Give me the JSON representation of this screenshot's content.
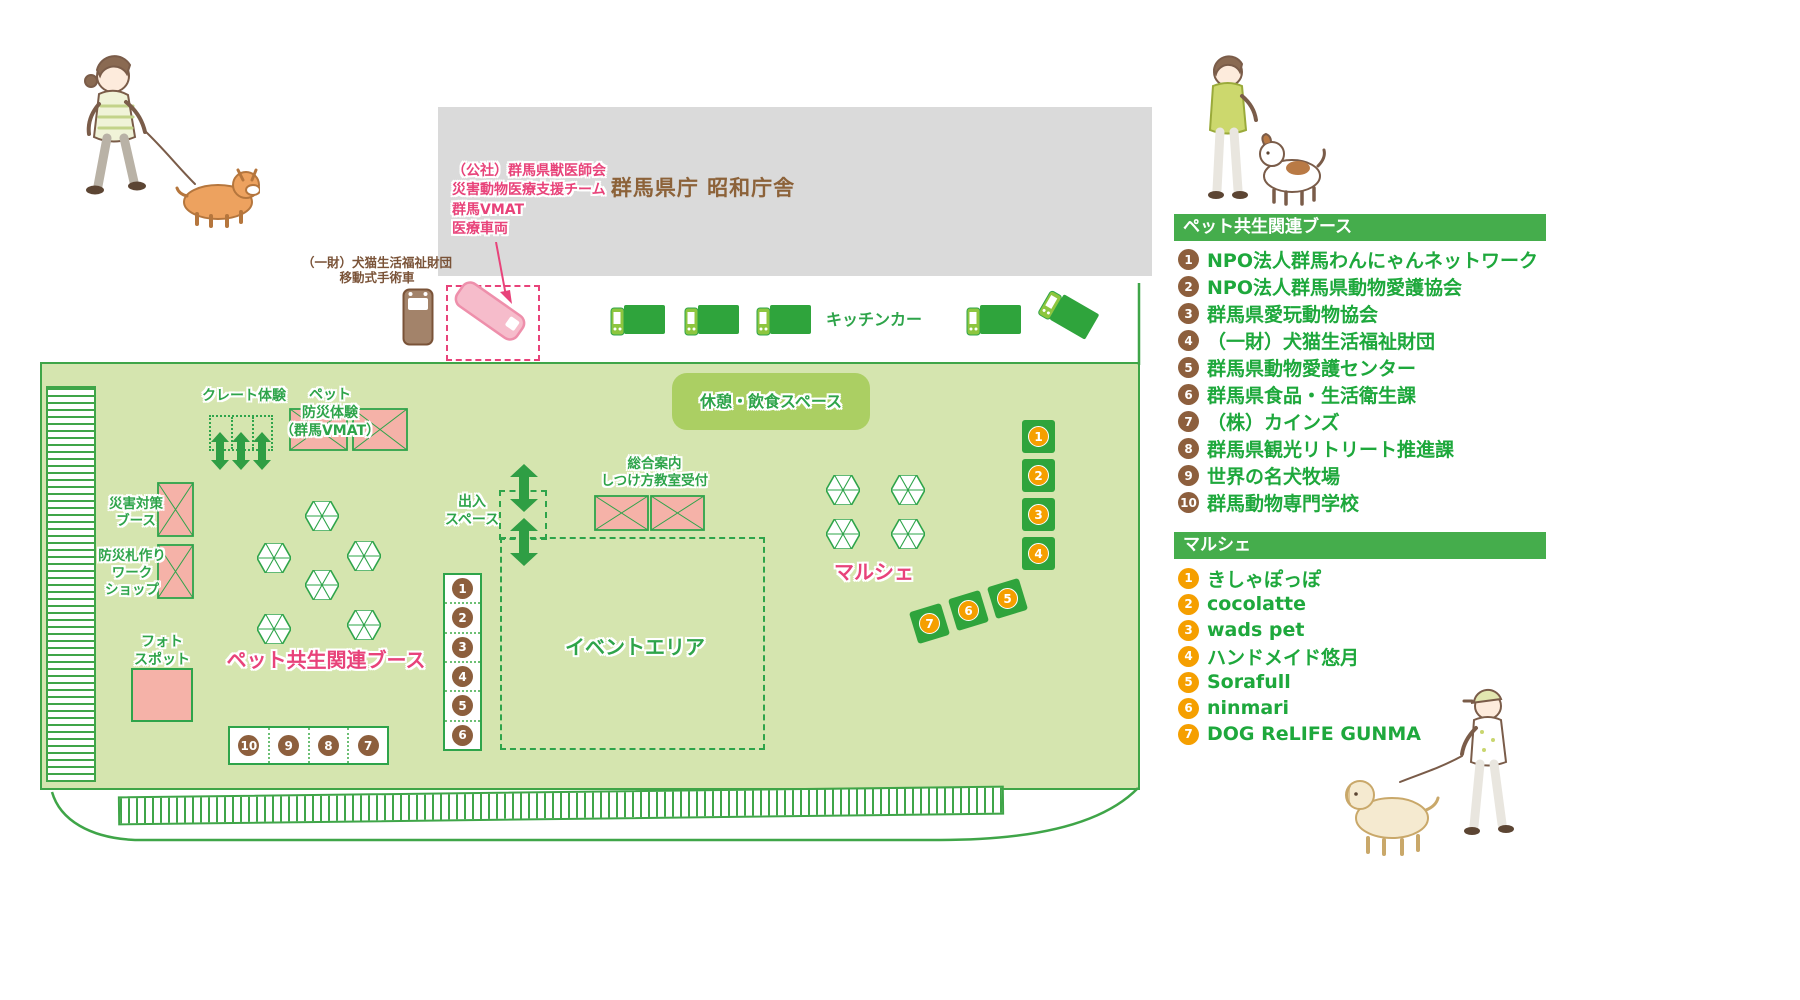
{
  "building": {
    "label": "群馬県庁 昭和庁舎"
  },
  "callout_vmat": {
    "lines": [
      "（公社）群馬県獣医師会",
      "災害動物医療支援チーム",
      "群馬VMAT",
      "医療車両"
    ]
  },
  "surgery_van_label": {
    "line1": "（一財）犬猫生活福祉財団",
    "line2": "移動式手術車"
  },
  "kitchen_car_label": "キッチンカー",
  "field": {
    "rest_area_label": "休憩・飲食スペース",
    "crate_label": "クレート体験",
    "pet_bosai_lines": [
      "ペット",
      "防災体験",
      "（群馬VMAT）"
    ],
    "saigai_lines": [
      "災害対策",
      "ブース"
    ],
    "bosaifuda_lines": [
      "防災札作り",
      "ワーク",
      "ショップ"
    ],
    "photo_lines": [
      "フォト",
      "スポット"
    ],
    "pet_area_label": "ペット共生関連ブース",
    "info_lines": [
      "総合案内",
      "しつけ方教室受付"
    ],
    "entrance_lines": [
      "出入",
      "スペース"
    ],
    "event_area_label": "イベントエリア",
    "marche_label": "マルシェ",
    "booth_column_numbers": [
      "1",
      "2",
      "3",
      "4",
      "5",
      "6"
    ],
    "booth_row_numbers": [
      "10",
      "9",
      "8",
      "7"
    ],
    "marche_column_numbers": [
      "1",
      "2",
      "3",
      "4"
    ],
    "marche_diagonal_numbers": [
      "7",
      "6",
      "5"
    ]
  },
  "legend_booths": {
    "title": "ペット共生関連ブース",
    "items": [
      {
        "num": "1",
        "label": "NPO法人群馬わんにゃんネットワーク"
      },
      {
        "num": "2",
        "label": "NPO法人群馬県動物愛護協会"
      },
      {
        "num": "3",
        "label": "群馬県愛玩動物協会"
      },
      {
        "num": "4",
        "label": "（一財）犬猫生活福祉財団"
      },
      {
        "num": "5",
        "label": "群馬県動物愛護センター"
      },
      {
        "num": "6",
        "label": "群馬県食品・生活衛生課"
      },
      {
        "num": "7",
        "label": "（株）カインズ"
      },
      {
        "num": "8",
        "label": "群馬県観光リトリート推進課"
      },
      {
        "num": "9",
        "label": "世界の名犬牧場"
      },
      {
        "num": "10",
        "label": "群馬動物専門学校"
      }
    ]
  },
  "legend_marche": {
    "title": "マルシェ",
    "items": [
      {
        "num": "1",
        "label": "きしゃぽっぽ"
      },
      {
        "num": "2",
        "label": "cocolatte"
      },
      {
        "num": "3",
        "label": "wads pet"
      },
      {
        "num": "4",
        "label": "ハンドメイド悠月"
      },
      {
        "num": "5",
        "label": "Sorafull"
      },
      {
        "num": "6",
        "label": "ninmari"
      },
      {
        "num": "7",
        "label": "DOG ReLIFE GUNMA"
      }
    ]
  },
  "illustrations": {
    "top_left": "woman-walking-corgi",
    "top_right": "woman-with-dog",
    "bottom_right": "person-walking-dog"
  },
  "colors": {
    "map_green": "#2ea44a",
    "field_fill": "#d5e5af",
    "rest_fill": "#abcf63",
    "booth_pink": "#f5b2a8",
    "accent_pink": "#e8437a",
    "circle_brown": "#8d5f3d",
    "circle_orange": "#f59f00",
    "building_gray": "#dadada",
    "text_brown": "#8c6239"
  }
}
